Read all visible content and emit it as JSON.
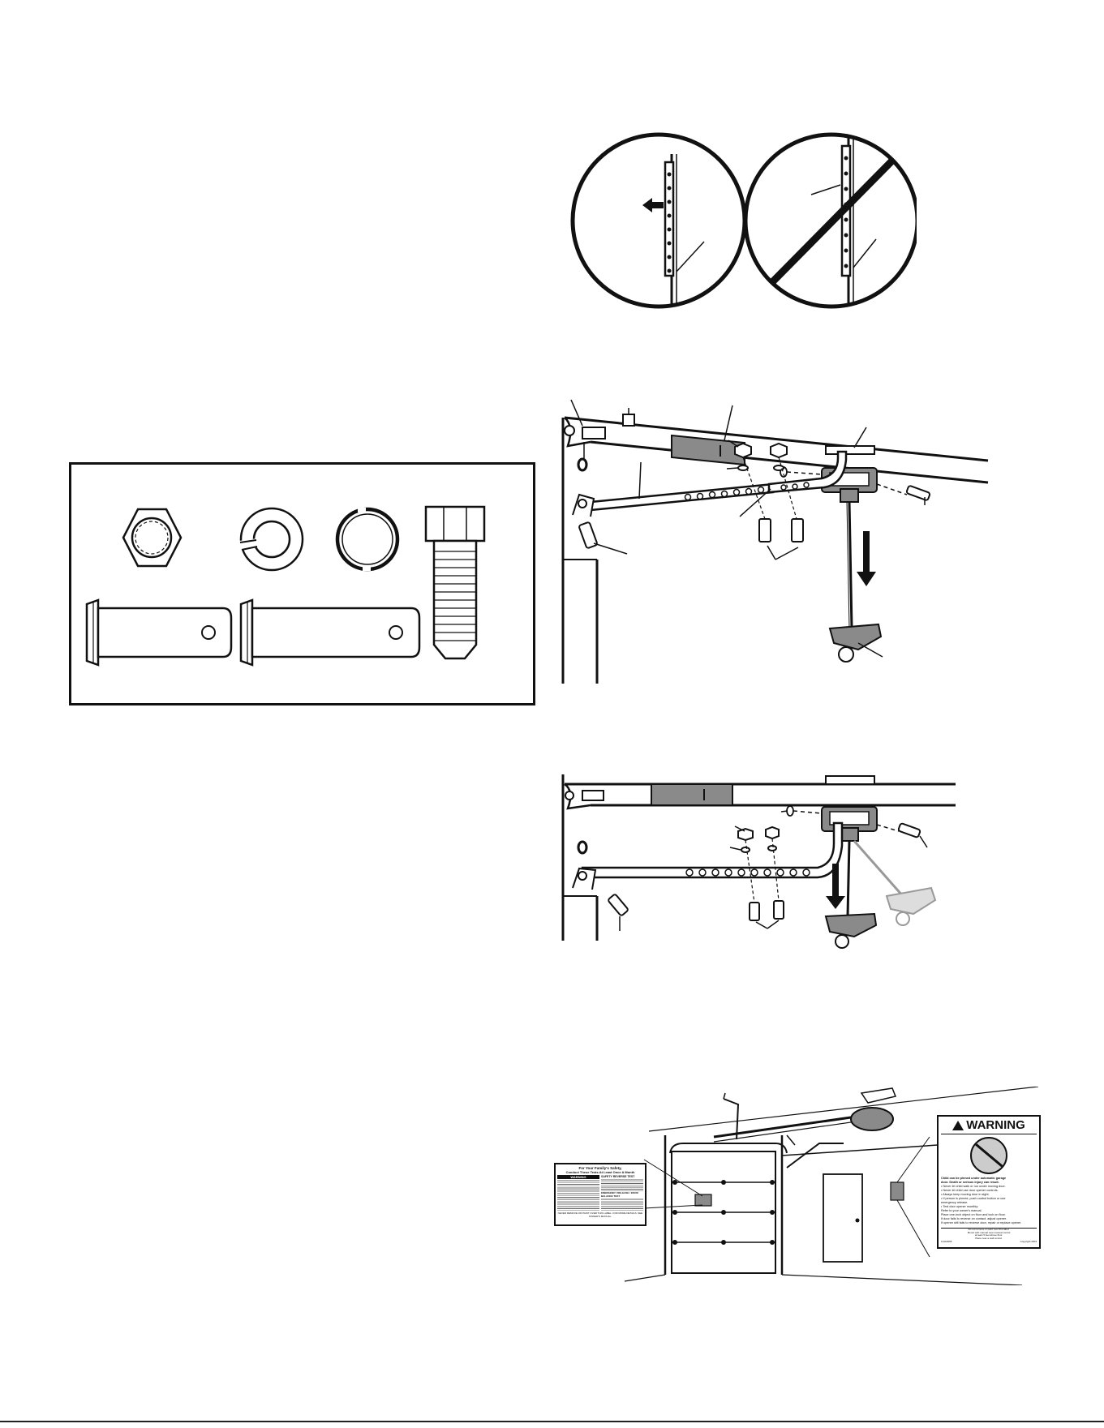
{
  "page": {
    "background": "#ffffff",
    "ink": "#111111",
    "shade": "#8a8a8a"
  },
  "fig_hardware": {
    "parts": [
      "nut-icon",
      "lock-washer-icon",
      "ring-fastener-icon",
      "bolt-icon",
      "clevis-pin-short-icon",
      "clevis-pin-long-icon"
    ]
  },
  "fig_arm_one": {
    "label": ""
  },
  "fig_arm_two": {
    "label": ""
  },
  "warning_label": {
    "title": "WARNING",
    "lines": [
      "Child can be pinned under automatic garage",
      "door. Death or serious injury can result.",
      "• Never let child walk or run under moving door.",
      "• Never let child use door opener controls.",
      "• Always keep moving door in sight.",
      "• If person is pinned, push control button or use",
      "  emergency release.",
      "• Test door opener monthly:",
      "  Refer to your owner's manual.",
      "  Place one-inch object on floor and lock on floor.",
      "  If door fails to reverse on contact, adjust opener.",
      "  If opener still fails to reverse door, repair or replace opener."
    ],
    "footer_lines": [
      "Do not remove or paint over this label.",
      "Mount with manual near manual control",
      "at least 5 feet above floor.",
      "Place near a wall control."
    ],
    "code": "114A3095",
    "copyright": "Copyright 2003"
  },
  "door_label": {
    "heading_1": "For Your Family's Safety,",
    "heading_2": "Conduct These Tests At Least Once A Month",
    "warning": "WARNING",
    "col2_heading": "SAFETY REVERSE TEST",
    "col2_heading_b": "EMERGENCY RELEASE / DOOR BALANCE TEST",
    "bottom": "NEVER REMOVE OR PAINT OVER THIS LABEL. FOR MORE DETAILS, SEE OWNER'S MANUAL."
  }
}
